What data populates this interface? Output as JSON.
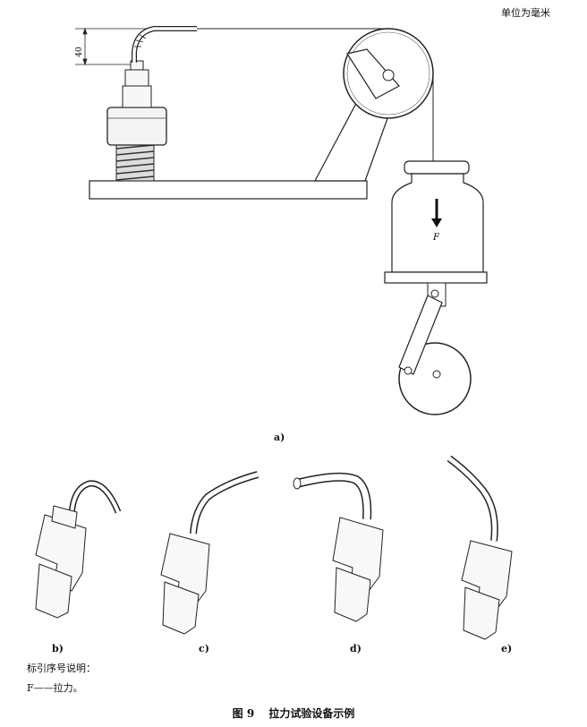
{
  "unit_note": "单位为毫米",
  "dimension": "40",
  "force_symbol": "F",
  "labels": {
    "a": "a)",
    "b": "b)",
    "c": "c)",
    "d": "d)",
    "e": "e)"
  },
  "legend": {
    "title": "标引序号说明：",
    "item": "F——拉力。"
  },
  "caption": "图 9　 拉力试验设备示例"
}
